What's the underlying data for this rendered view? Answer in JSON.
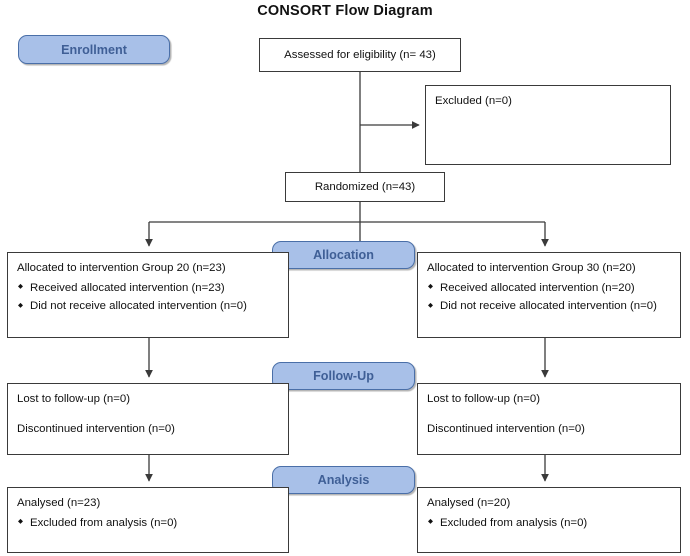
{
  "title": "CONSORT Flow Diagram",
  "banners": {
    "enrollment": "Enrollment",
    "allocation": "Allocation",
    "followup": "Follow-Up",
    "analysis": "Analysis"
  },
  "colors": {
    "banner_fill": "#a8c0e8",
    "banner_border": "#4a6fa8",
    "banner_text": "#3f5f96",
    "box_border": "#3a3a3a",
    "line": "#3a3a3a",
    "text": "#111111",
    "background": "#ffffff"
  },
  "enrollment": {
    "assessed": "Assessed for eligibility (n= 43)",
    "excluded": "Excluded (n=0)",
    "randomized": "Randomized (n=43)"
  },
  "allocation": {
    "left": {
      "heading": "Allocated to intervention Group 20 (n=23)",
      "bullets": [
        "Received allocated intervention (n=23)",
        "Did not receive allocated intervention (n=0)"
      ]
    },
    "right": {
      "heading": "Allocated to intervention Group 30 (n=20)",
      "bullets": [
        "Received allocated intervention (n=20)",
        "Did not receive allocated intervention (n=0)"
      ]
    }
  },
  "followup": {
    "left": {
      "line1": "Lost to follow-up (n=0)",
      "line2": "Discontinued intervention (n=0)"
    },
    "right": {
      "line1": "Lost to follow-up (n=0)",
      "line2": "Discontinued intervention (n=0)"
    }
  },
  "analysis": {
    "left": {
      "heading": "Analysed (n=23)",
      "bullets": [
        "Excluded from analysis (n=0)"
      ]
    },
    "right": {
      "heading": "Analysed (n=20)",
      "bullets": [
        "Excluded from analysis (n=0)"
      ]
    }
  }
}
